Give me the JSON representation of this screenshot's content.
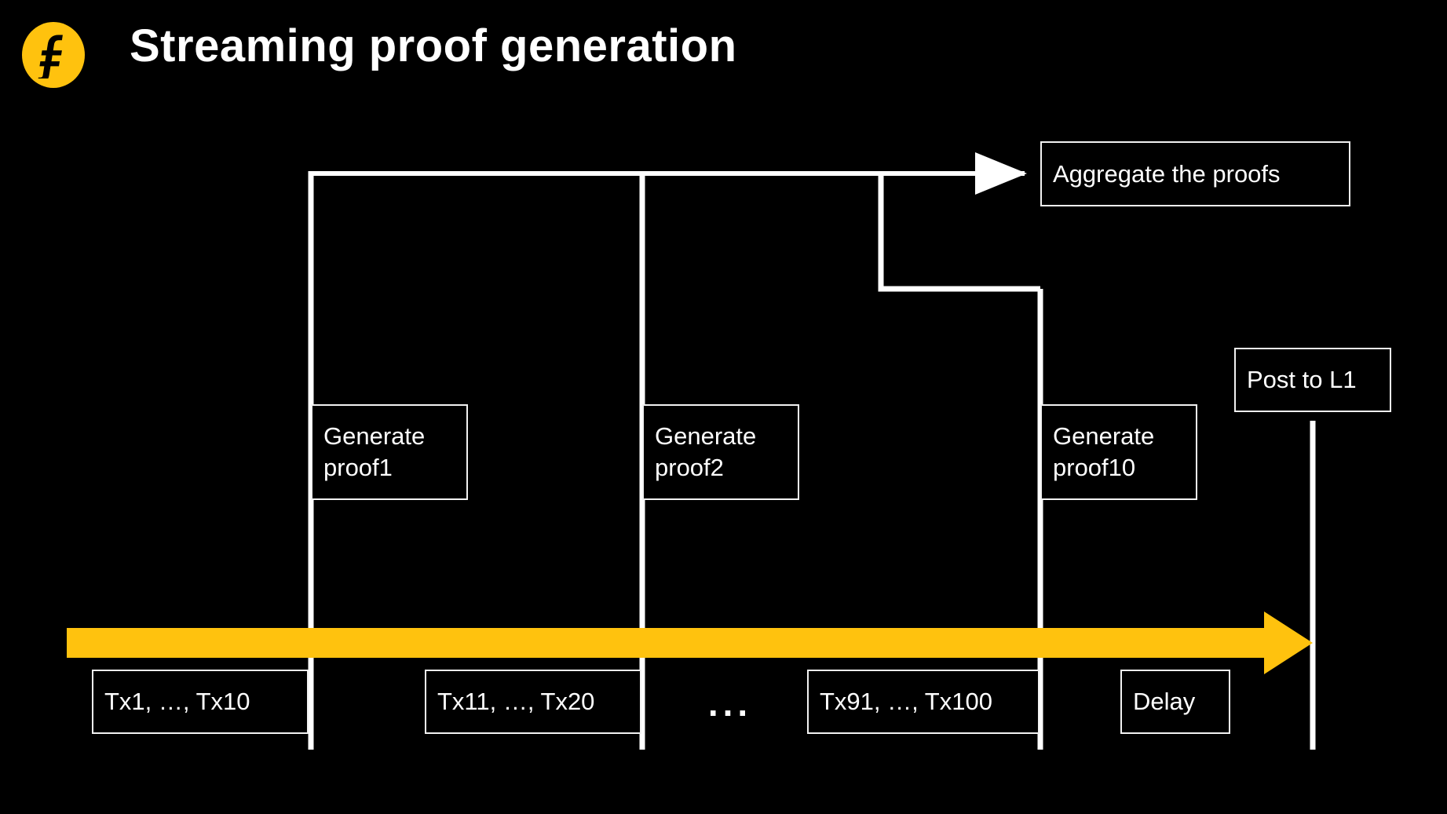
{
  "header": {
    "title": "Streaming proof generation",
    "logo": {
      "name": "filecoin-f-logo",
      "background_color": "#FFC20E",
      "glyph_color": "#000000"
    }
  },
  "theme": {
    "background": "#000000",
    "line_color": "#FFFFFF",
    "box_border": "#F2F2F2",
    "text_color": "#FFFFFF",
    "accent_arrow": "#FFC20E"
  },
  "diagram": {
    "type": "timeline-flow",
    "timeline_arrow": {
      "label": "",
      "color": "#FFC20E",
      "direction": "right"
    },
    "nodes": [
      {
        "id": "aggregate",
        "label": "Aggregate the proofs"
      },
      {
        "id": "post_l1",
        "label": "Post to L1"
      },
      {
        "id": "generate_1",
        "label": "Generate\nproof1"
      },
      {
        "id": "generate_2",
        "label": "Generate\nproof2"
      },
      {
        "id": "generate_10",
        "label": "Generate\nproof10"
      },
      {
        "id": "tx_batch_1",
        "label": "Tx1, …, Tx10"
      },
      {
        "id": "tx_batch_2",
        "label": "Tx11, …, Tx20"
      },
      {
        "id": "tx_batch_10",
        "label": "Tx91, …, Tx100"
      },
      {
        "id": "delay",
        "label": "Delay"
      },
      {
        "id": "ellipsis",
        "label": "..."
      }
    ]
  }
}
